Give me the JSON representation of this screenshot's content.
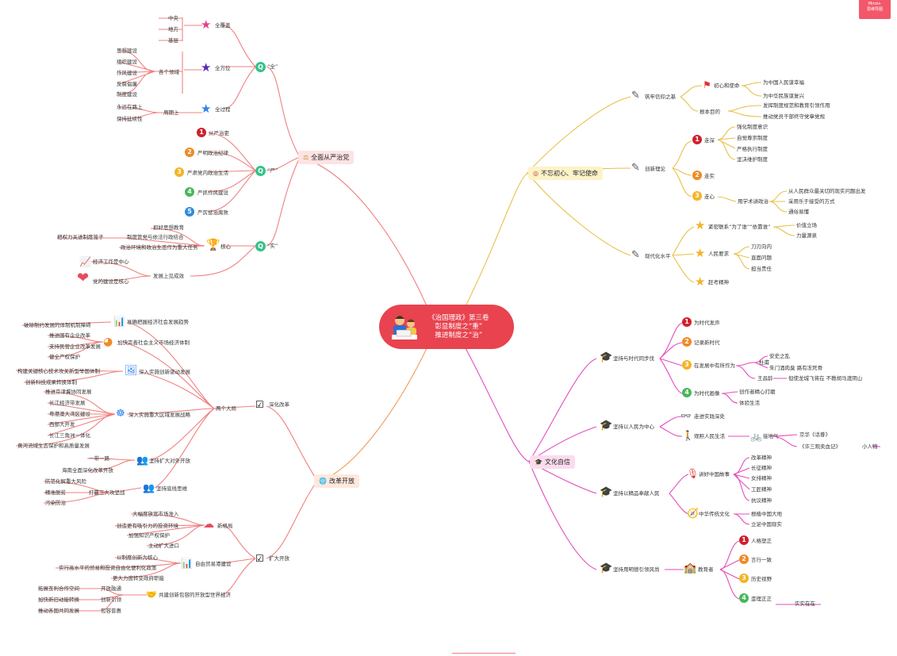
{
  "badge": {
    "line1": "Mind+",
    "line2": "思维导图"
  },
  "center": {
    "line1": "《治国理政》第三卷",
    "line2": "彰显制度之“重”",
    "line3": "推进制度之“治”"
  },
  "colors": {
    "red": "#e8434f",
    "orange": "#f5a623",
    "gold": "#e0b23c",
    "pink": "#e040a0",
    "green": "#36c28a",
    "blue": "#2f80ed",
    "lineRed": "#f08080",
    "lineGold": "#e8c04a",
    "lineMagenta": "#e44dbd",
    "lineOrange": "#f39c5a"
  },
  "branches": {
    "b1": {
      "label": "全面从严治党",
      "quan": {
        "label": "“全”",
        "fg": {
          "label": "全覆盖",
          "items": [
            "中央",
            "地方",
            "基层"
          ]
        },
        "fw": {
          "label": "全方位",
          "sub": "各个领域",
          "items": [
            "思想建设",
            "组织建设",
            "作风建设",
            "反腐倡廉",
            "制度建设"
          ]
        },
        "gc": {
          "label": "全过程",
          "sub": "周期上",
          "items": [
            "永远在路上",
            "保持延续性"
          ]
        }
      },
      "yan": {
        "label": "“严”",
        "items": [
          "从严治吏",
          "严明政治纪律",
          "严肃党内政治生活",
          "严抓作风建设",
          "严厉惩治腐败"
        ]
      },
      "shi": {
        "label": "“实”",
        "core": {
          "label": "核心",
          "items": [
            "抓好思想教育",
            "制度管党与依法行政结合",
            "政治环境和政治生态作为重大任务"
          ],
          "far": "把权力关进制度笼子"
        },
        "dev": {
          "label": "发展上见成效",
          "items": [
            "经济工作是中心",
            "党的建设是核心"
          ]
        }
      }
    },
    "b2": {
      "label": "改革开放",
      "sh": {
        "label": "深化改革",
        "sub": "两个大局",
        "g1": {
          "label": "准确把握经济社会发展趋势",
          "items": [
            "破除制约发展的体制机制障碍"
          ]
        },
        "g2": {
          "label": "加快完善社会主义市场经济体制",
          "items": [
            "推进国有企业改革",
            "支持民营企业改革发展",
            "健全产权保护"
          ]
        },
        "g3": {
          "label": "深入实施创新驱动发展",
          "items": [
            "构建关键核心技术攻关新型举国体制",
            "创新科技成果转换体制"
          ]
        },
        "g4": {
          "label": "深入实施重大区域发展战略",
          "items": [
            "推进京津冀协同发展",
            "长江经济带发展",
            "粤港澳大湾区建设",
            "西部大开发",
            "长江三角洲一体化",
            "黄河流域生态保护和高质量发展"
          ]
        },
        "g5": {
          "label": "坚持扩大对外开放",
          "items": [
            "一带一路",
            "海南全面深化改革开放"
          ]
        },
        "g6": {
          "label": "坚持底线思维",
          "sub": "打赢三大攻坚战",
          "items": [
            "防范化解重大风险",
            "精准脱贫",
            "污染防治"
          ]
        }
      },
      "kd": {
        "label": "扩大开放",
        "p1": {
          "label": "新格局",
          "items": [
            "大幅度放宽市场准入",
            "创造更有吸引力的投资环境",
            "加强知识产权保护",
            "主动扩大进口"
          ]
        },
        "p2": {
          "label": "自由贸易港建设",
          "items": [
            "以制度创新为核心",
            "实行高水平的贸易和投资自由化便利化政策",
            "更大力度转变政府职能"
          ]
        },
        "p3": {
          "label": "共建创新包容的开放型世界经济",
          "items": [
            {
              "a": "开放融通",
              "b": "拓展互利合作空间"
            },
            {
              "a": "创新引领",
              "b": "加快新旧动能转换"
            },
            {
              "a": "包容普惠",
              "b": "推动各国共同发展"
            }
          ]
        }
      }
    },
    "b3": {
      "label": "不忘初心、牢记使命",
      "n1": {
        "label": "筑牢信仰之基",
        "a": {
          "label": "初心和使命",
          "items": [
            "为中国人民谋幸福",
            "为中华民族谋复兴"
          ]
        },
        "b": {
          "label": "根本目的",
          "items": [
            "发挥制度规范和教育引领作用",
            "推动党员干部终守党章党规"
          ]
        }
      },
      "n2": {
        "label": "创新理论",
        "a": {
          "label": "走深",
          "items": [
            "强化制度意识",
            "自觉尊崇制度",
            "严格执行制度",
            "坚决维护制度"
          ]
        },
        "b": {
          "label": "走实"
        },
        "c": {
          "label": "走心",
          "sub": "用学术讲政治",
          "items": [
            "从人民群众最关切的现实问题出发",
            "采用乐于接受的方式",
            "通俗易懂"
          ]
        }
      },
      "n3": {
        "label": "现代化水平",
        "a": {
          "label": "紧密联系“为了谁”“依靠谁”",
          "items": [
            "价值立场",
            "力量源泉"
          ]
        },
        "b": {
          "label": "人民要求",
          "items": [
            "刀刃向内",
            "直面问题",
            "担当责任"
          ]
        },
        "c": {
          "label": "赶考精神"
        }
      }
    },
    "b4": {
      "label": "文化自信",
      "m1": {
        "label": "坚持与时代同步伐",
        "i1": "为时代发声",
        "i2": "记录新时代",
        "i3": {
          "label": "在发展中有所作为",
          "du": "杜甫",
          "du_items": [
            "安史之乱",
            "朱门酒肉臭 路有冻死骨"
          ],
          "wang": "王昌龄",
          "wang_item": "但使龙城飞将在 不教胡马渡阴山"
        },
        "i4": {
          "label": "为时代画像",
          "items": [
            "创作者精心打磨",
            "体验生活"
          ]
        }
      },
      "m2": {
        "label": "坚持以人民为中心",
        "a": "走进实践深处",
        "b": "观照人民生活",
        "c": "接地气",
        "items": [
          "京华《话眷》",
          "《许三观卖血记》"
        ],
        "far": "小人物"
      },
      "m3": {
        "label": "坚持以精品奉献人民",
        "a": {
          "label": "讲好中国故事",
          "items": [
            "改革精神",
            "长征精神",
            "女排精神",
            "工匠精神",
            "抗议精神"
          ]
        },
        "b": {
          "label": "中华传统文化",
          "items": [
            "根植中国大地",
            "立足中国现实"
          ]
        }
      },
      "m4": {
        "label": "坚持用明德引领风尚",
        "sub": "教育者",
        "items": [
          "人格塑正",
          "言行一致",
          "历史视野",
          "歪理正正"
        ],
        "far": "实实在在"
      }
    }
  }
}
